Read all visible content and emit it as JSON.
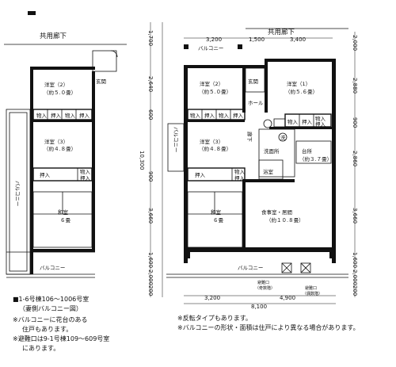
{
  "left_plan": {
    "corridor": "共用廊下",
    "entrance": "玄関",
    "room2": "洋室（2）",
    "room2_size": "（約５.０畳）",
    "room3": "洋室（3）",
    "room3_size": "（約４.８畳）",
    "closet": "物入",
    "oshiire": "押入",
    "washitsu": "和室",
    "washitsu_size": "６畳",
    "side_balcony": "バルコニー",
    "balcony": "バルコニー"
  },
  "right_plan": {
    "corridor": "共用廊下",
    "balcony_top": "バルコニー",
    "entrance": "玄関",
    "room2": "洋室（2）",
    "room2_size": "（約５.０畳）",
    "room1": "洋室（1）",
    "room1_size": "（約５.６畳）",
    "hall": "ホール",
    "closet": "物入",
    "room3": "洋室（3）",
    "room3_size": "（約４.８畳）",
    "corridor_short": "廊下",
    "washroom": "洗面所",
    "washer": "洗",
    "kitchen": "台所",
    "kitchen_size": "（約３.７畳）",
    "bath": "浴室",
    "oshiire": "押入",
    "washitsu": "和室",
    "washitsu_size": "６畳",
    "dining": "食事室・居間",
    "dining_size": "（約１０.８畳）",
    "side_balcony": "バルコニー",
    "balcony": "バルコニー",
    "escape1": "避難口",
    "escape1_sub": "（奇数階）",
    "escape2": "避難口",
    "escape2_sub": "（偶数階）"
  },
  "dimensions": {
    "top_left": "3,200",
    "top_mid": "1,500",
    "top_right": "3,400",
    "bottom_left": "3,200",
    "bottom_right": "4,900",
    "bottom_total": "8,100",
    "v_left": [
      "1,700",
      "2,640",
      "600",
      "10,300",
      "900",
      "3,660",
      "1,600",
      "2,000",
      "200"
    ],
    "v_right": [
      "2,000",
      "2,880",
      "900",
      "2,860",
      "3,660",
      "1,600",
      "2,000",
      "200"
    ]
  },
  "notes_left": [
    "■1-6号棟106～1006号室",
    "（妻側バルコニー図）",
    "※バルコニーに花台のある",
    "住戸もあります。",
    "※避難口は9-1号棟109～609号室",
    "にあります。"
  ],
  "notes_right": [
    "※反転タイプもあります。",
    "※バルコニーの形状・面積は住戸により異なる場合があります。"
  ]
}
